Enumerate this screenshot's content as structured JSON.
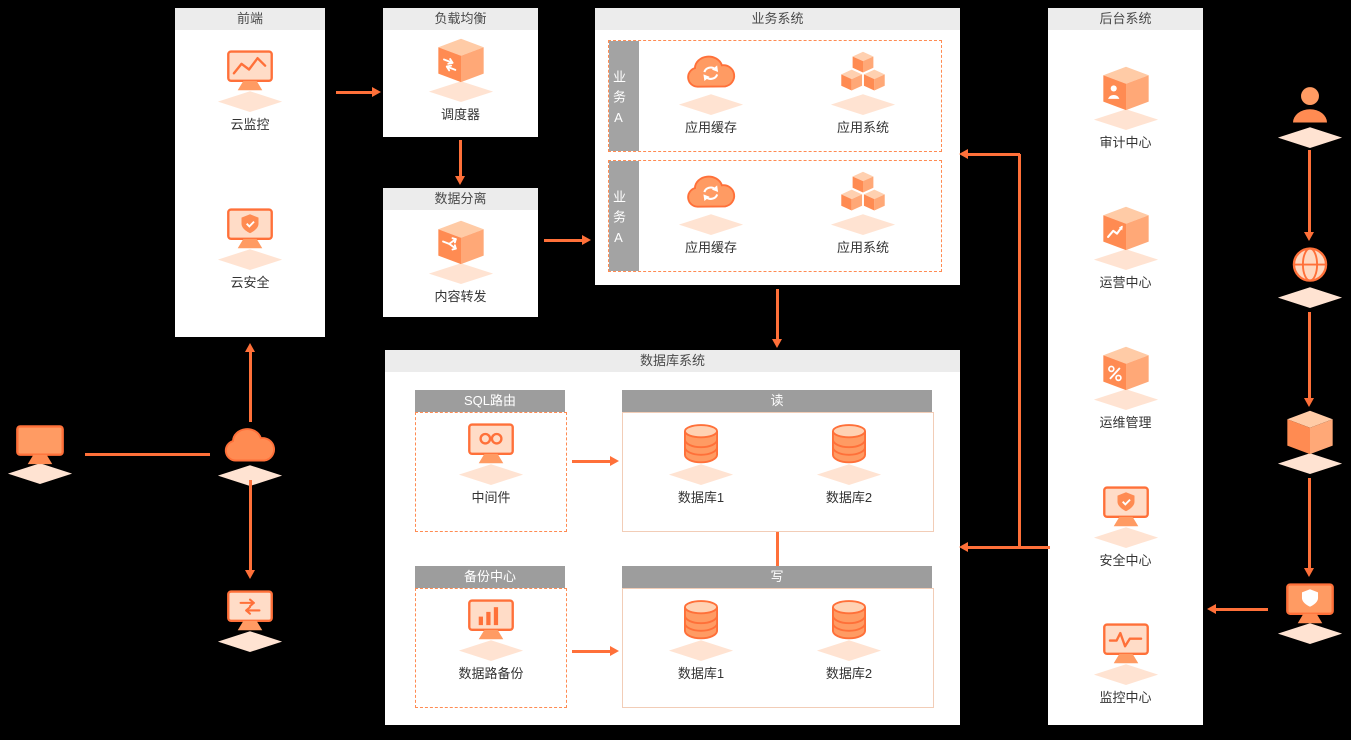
{
  "colors": {
    "background": "#000000",
    "accent": "#FF7039",
    "panel_bg": "#FFFFFF",
    "panel_header_bg": "#ECECEC",
    "section_bar_bg": "#9D9D9D",
    "dashed_border": "#FF8B52",
    "icon_shadow": "#FFE3D2"
  },
  "frontend": {
    "title": "前端",
    "items": [
      {
        "label": "云监控",
        "icon": "cloud-monitor-icon"
      },
      {
        "label": "云安全",
        "icon": "cloud-security-icon"
      }
    ]
  },
  "load_balance": {
    "title": "负载均衡",
    "item": {
      "label": "调度器",
      "icon": "scheduler-icon"
    }
  },
  "data_separation": {
    "title": "数据分离",
    "item": {
      "label": "内容转发",
      "icon": "content-forward-icon"
    }
  },
  "business_system": {
    "title": "业务系统",
    "rows": [
      {
        "side_label": "业务A",
        "items": [
          {
            "label": "应用缓存",
            "icon": "app-cache-icon"
          },
          {
            "label": "应用系统",
            "icon": "app-system-icon"
          }
        ]
      },
      {
        "side_label": "业务A",
        "items": [
          {
            "label": "应用缓存",
            "icon": "app-cache-icon"
          },
          {
            "label": "应用系统",
            "icon": "app-system-icon"
          }
        ]
      }
    ]
  },
  "database_system": {
    "title": "数据库系统",
    "sql_routing": {
      "title": "SQL路由",
      "item": {
        "label": "中间件",
        "icon": "middleware-icon"
      }
    },
    "read": {
      "title": "读",
      "items": [
        {
          "label": "数据库1",
          "icon": "database-icon"
        },
        {
          "label": "数据库2",
          "icon": "database-icon"
        }
      ]
    },
    "backup": {
      "title": "备份中心",
      "item": {
        "label": "数据路备份",
        "icon": "backup-icon"
      }
    },
    "write": {
      "title": "写",
      "items": [
        {
          "label": "数据库1",
          "icon": "database-icon"
        },
        {
          "label": "数据库2",
          "icon": "database-icon"
        }
      ]
    }
  },
  "backend_system": {
    "title": "后台系统",
    "items": [
      {
        "label": "审计中心",
        "icon": "audit-center-icon"
      },
      {
        "label": "运营中心",
        "icon": "operation-center-icon"
      },
      {
        "label": "运维管理",
        "icon": "om-management-icon"
      },
      {
        "label": "安全中心",
        "icon": "security-center-icon"
      },
      {
        "label": "监控中心",
        "icon": "monitor-center-icon"
      }
    ]
  },
  "floating": {
    "left": [
      {
        "icon": "terminal-icon"
      },
      {
        "icon": "cloud-icon"
      },
      {
        "icon": "gateway-icon"
      }
    ],
    "right": [
      {
        "icon": "user-icon"
      },
      {
        "icon": "globe-icon"
      },
      {
        "icon": "cube-icon"
      },
      {
        "icon": "secure-terminal-icon"
      }
    ]
  }
}
